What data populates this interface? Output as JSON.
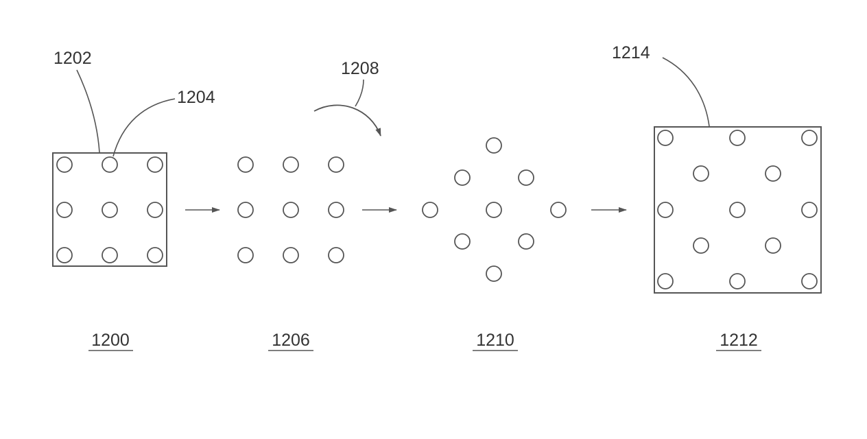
{
  "reference_numerals": {
    "frame_1202": "1202",
    "hole_1204": "1204",
    "rotation_1208": "1208",
    "frame_1214": "1214"
  },
  "figure_labels": {
    "stage_1200": "1200",
    "stage_1206": "1206",
    "stage_1210": "1210",
    "stage_1212": "1212"
  },
  "colors": {
    "line": "#555555",
    "text": "#333333",
    "background": "#ffffff"
  }
}
